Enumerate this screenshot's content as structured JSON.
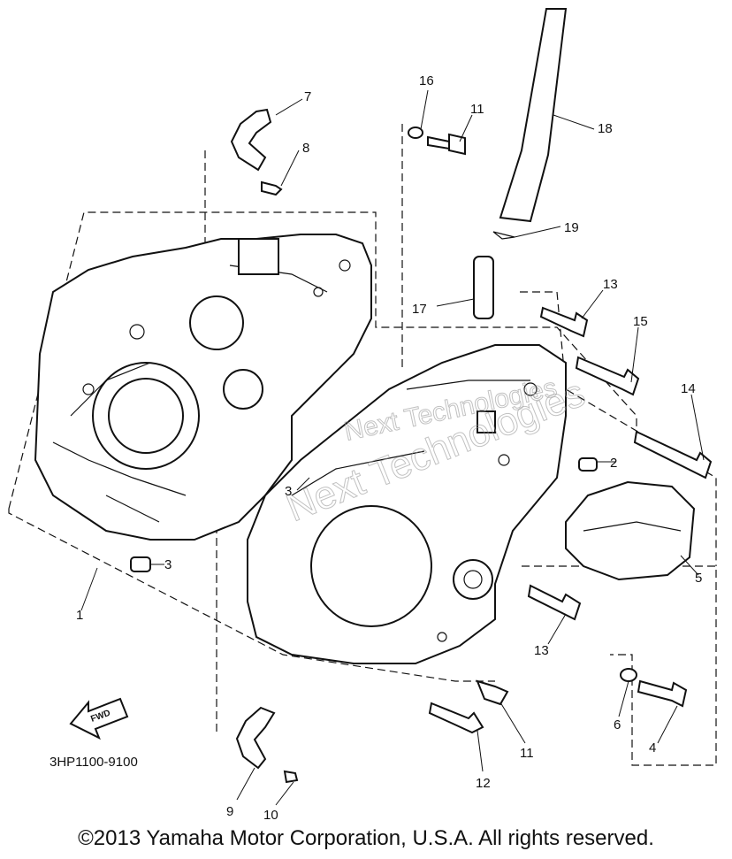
{
  "labels": {
    "p1": "1",
    "p2": "2",
    "p3a": "3",
    "p3b": "3",
    "p4": "4",
    "p5": "5",
    "p6": "6",
    "p7": "7",
    "p8": "8",
    "p9": "9",
    "p10": "10",
    "p11a": "11",
    "p11b": "11",
    "p12": "12",
    "p13a": "13",
    "p13b": "13",
    "p14": "14",
    "p15": "15",
    "p16": "16",
    "p17": "17",
    "p18": "18",
    "p19": "19"
  },
  "diagram_code": "3HP1100-9100",
  "fwd_label": "FWD",
  "watermark": [
    "Next Technologies",
    "Next Technologies"
  ],
  "copyright": "©2013 Yamaha Motor Corporation, U.S.A. All rights reserved."
}
